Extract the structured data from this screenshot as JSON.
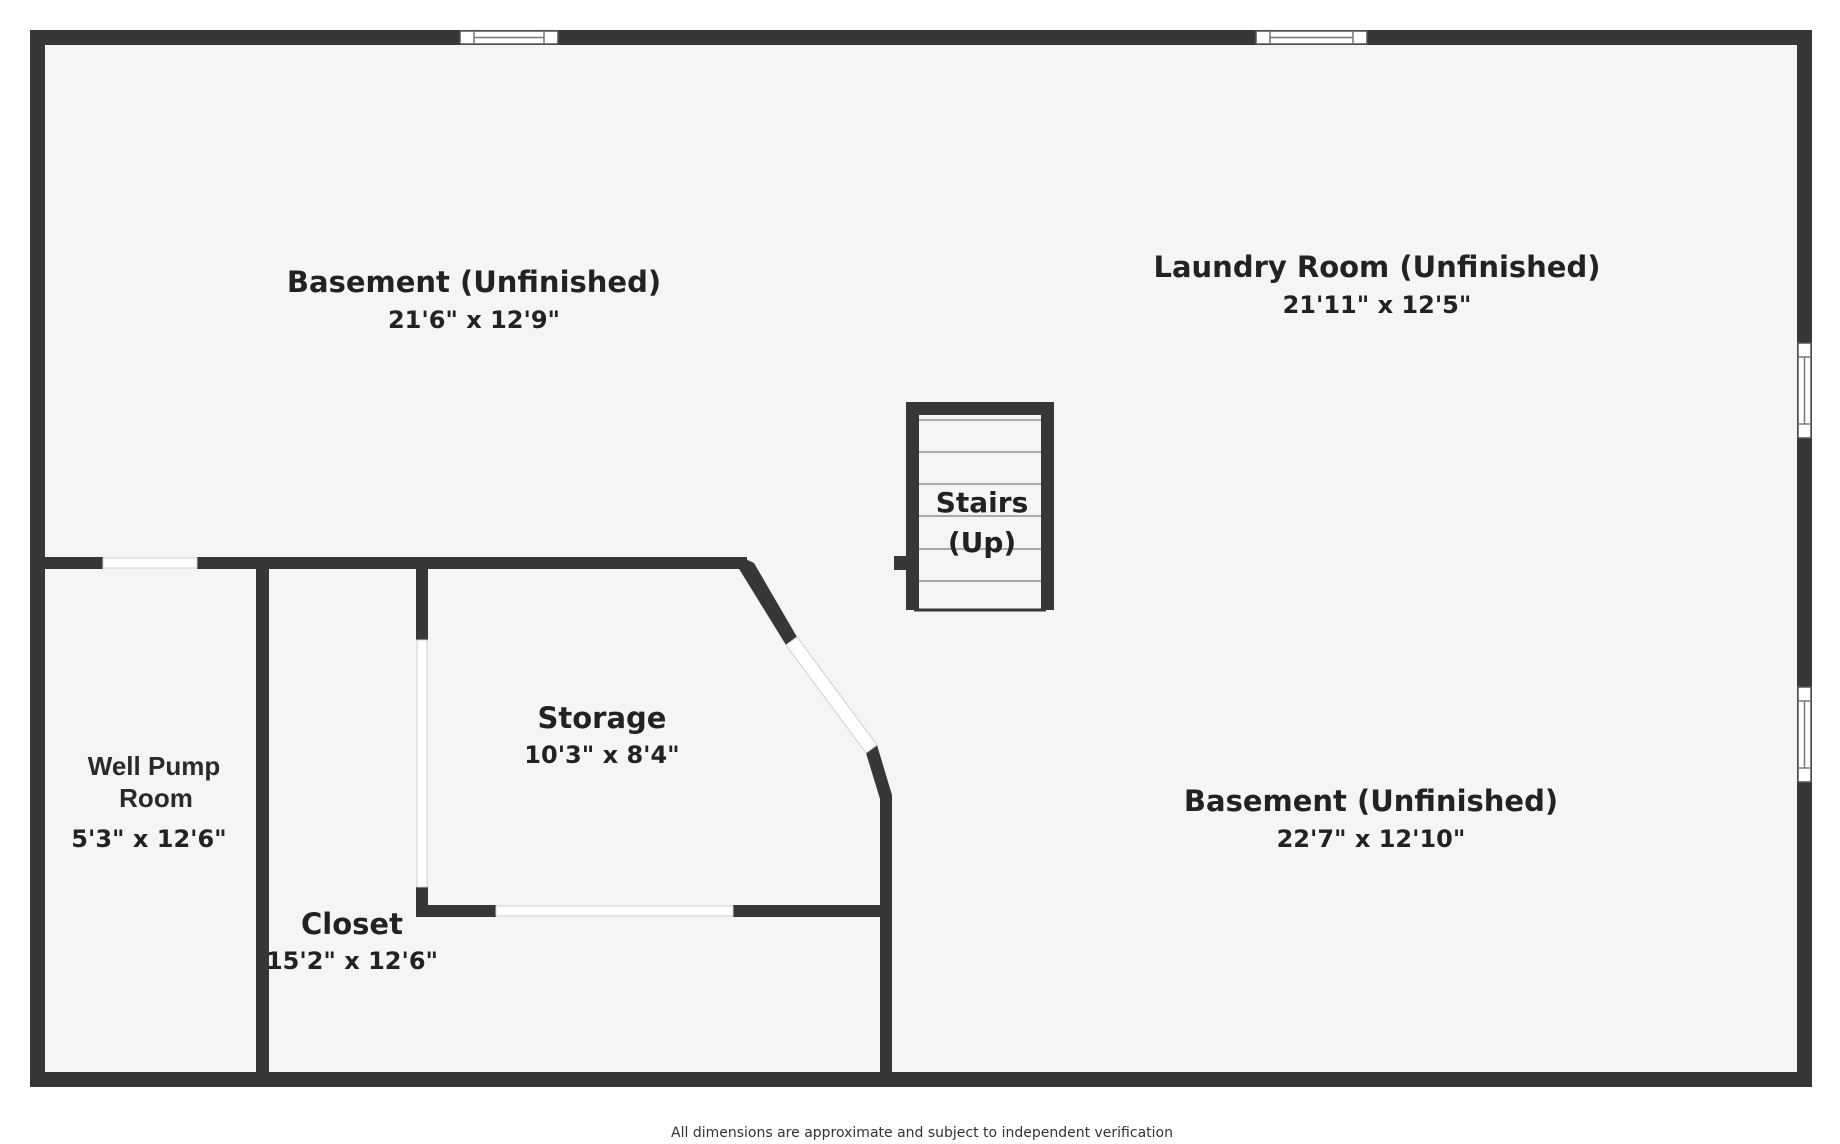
{
  "colors": {
    "wall": "#373737",
    "floor": "#f5f5f5",
    "opening": "#ffffff",
    "text": "#222222"
  },
  "rooms": {
    "basement_north": {
      "name": "Basement (Unfinished)",
      "dimensions": "21'6\" x 12'9\""
    },
    "laundry": {
      "name": "Laundry Room (Unfinished)",
      "dimensions": "21'11\" x 12'5\""
    },
    "stairs": {
      "line1": "Stairs",
      "line2": "(Up)"
    },
    "storage": {
      "name": "Storage",
      "dimensions": "10'3\" x 8'4\""
    },
    "well_pump": {
      "line1": "Well Pump",
      "line2": "Room",
      "dimensions": "5'3\" x 12'6\""
    },
    "closet": {
      "name": "Closet",
      "dimensions": "15'2\" x 12'6\""
    },
    "basement_south": {
      "name": "Basement (Unfinished)",
      "dimensions": "22'7\" x 12'10\""
    }
  },
  "footer": {
    "disclaimer": "All dimensions are approximate and subject to independent verification"
  }
}
